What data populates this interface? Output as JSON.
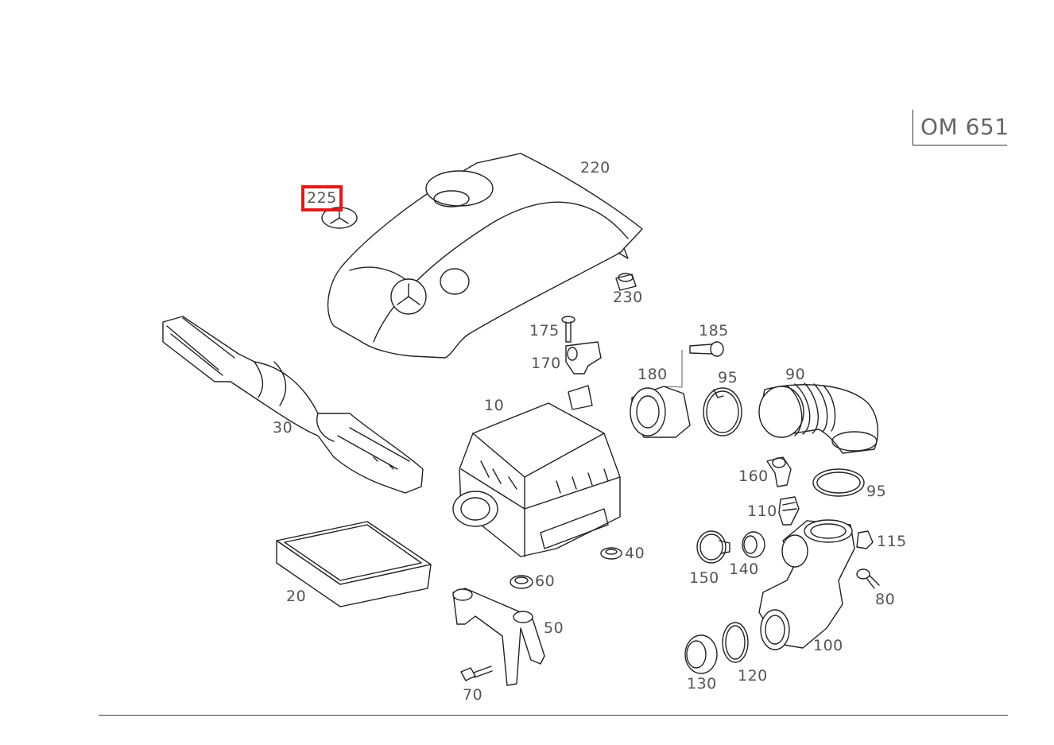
{
  "engine": {
    "code": "OM 651"
  },
  "highlight_color": "#e01b1b",
  "labels": {
    "p10": "10",
    "p20": "20",
    "p30": "30",
    "p40": "40",
    "p50": "50",
    "p60": "60",
    "p70": "70",
    "p80": "80",
    "p90": "90",
    "p95a": "95",
    "p95b": "95",
    "p100": "100",
    "p110": "110",
    "p115": "115",
    "p120": "120",
    "p130": "130",
    "p140": "140",
    "p150": "150",
    "p160": "160",
    "p170": "170",
    "p175": "175",
    "p180": "180",
    "p185": "185",
    "p220": "220",
    "p225": "225",
    "p230": "230"
  }
}
